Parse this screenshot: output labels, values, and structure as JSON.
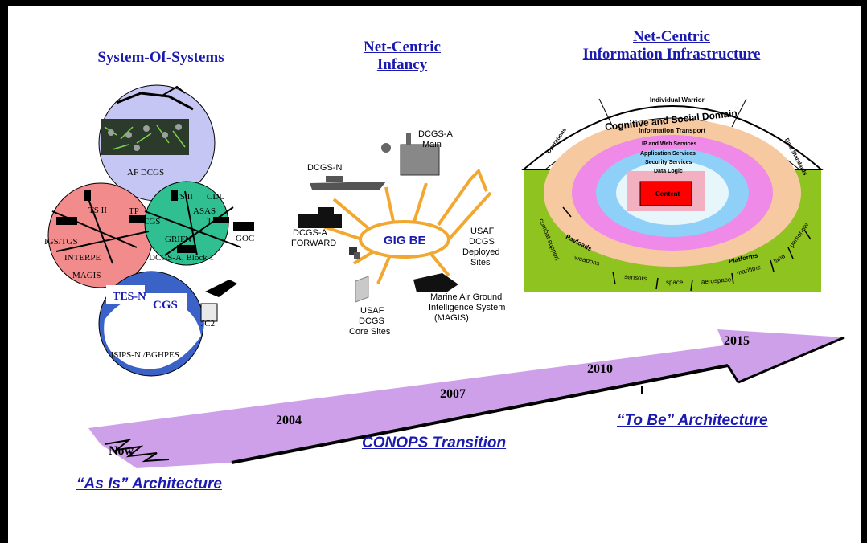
{
  "headings": {
    "system_of_systems": "System-Of-Systems",
    "net_centric_infancy_line1": "Net-Centric",
    "net_centric_infancy_line2": "Infancy",
    "nci_line1": "Net-Centric",
    "nci_line2": "Information Infrastructure"
  },
  "left_cluster": {
    "af_dcgs": "AF DCGS",
    "ts_ii_a": "TS II",
    "tp": "TP",
    "cgs_small": "CGS",
    "ts_ii_b": "TS II",
    "cdl": "CDL",
    "asas": "ASAS",
    "tes": "TES",
    "igs_tgs": "IGS/TGS",
    "interpe": "INTERPE",
    "grifn": "GRIFN",
    "goc": "GOC",
    "dcgs_a_block1": "DCGS-A, Block 1",
    "magis": "MAGIS",
    "tes_box": "TES-N",
    "cgs_box": "CGS",
    "jc2": "JC2",
    "jsips": "JSIPS-N /BGHPES"
  },
  "middle": {
    "dcgs_a_main_1": "DCGS-A",
    "dcgs_a_main_2": "Main",
    "dcgs_n": "DCGS-N",
    "dcgs_a_fwd_1": "DCGS-A",
    "dcgs_a_fwd_2": "FORWARD",
    "gig_be": "GIG BE",
    "usaf_deployed_1": "USAF",
    "usaf_deployed_2": "DCGS",
    "usaf_deployed_3": "Deployed",
    "usaf_deployed_4": "Sites",
    "usaf_core_1": "USAF",
    "usaf_core_2": "DCGS",
    "usaf_core_3": "Core Sites",
    "magis_1": "Marine Air Ground",
    "magis_2": "Intelligence System",
    "magis_3": "(MAGIS)"
  },
  "dome": {
    "individual_warrior": "Individual Warrior",
    "cognitive": "Cognitive and Social Domain",
    "information_transport": "Information Transport",
    "ip_web": "IP and Web Services",
    "application": "Application Services",
    "security": "Security Services",
    "data_logic": "Data Logic",
    "content": "Content",
    "left_edge": "Operations",
    "right_edge": "Data Standards",
    "combat_support": "combat support",
    "payloads": "Payloads",
    "weapons": "weapons",
    "sensors": "sensors",
    "space": "space",
    "aerospace": "aerospace",
    "maritime": "maritime",
    "land": "land",
    "personnel": "personnel",
    "platforms": "Platforms"
  },
  "timeline": {
    "now": "Now",
    "y2004": "2004",
    "y2007": "2007",
    "y2010": "2010",
    "y2015": "2015"
  },
  "footer": {
    "as_is": "“As Is” Architecture",
    "conops": "CONOPS Transition",
    "to_be": "“To Be” Architecture"
  },
  "colors": {
    "heading_blue": "#1a1ab0",
    "arrow_fill": "#cfa0ea",
    "ground_green": "#8fc320",
    "ring_peach": "#f7c9a0",
    "ring_pink": "#ef8ae8",
    "ring_blue": "#8fd0f8",
    "content_red": "#ff0000"
  }
}
